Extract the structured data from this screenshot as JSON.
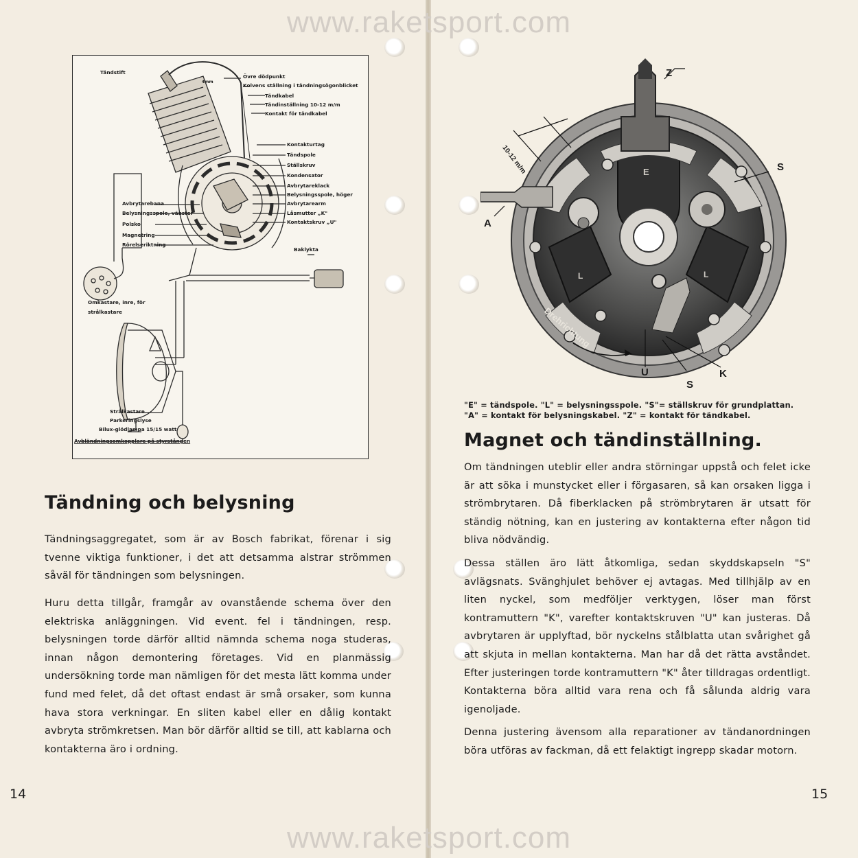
{
  "watermark": "www.raketsport.com",
  "left_page": {
    "diagram_labels": [
      "Tändstift",
      "Övre dödpunkt",
      "Kolvens ställning i tändningsögonblicket",
      "4mm",
      "Tändkabel",
      "Tändinställning 10-12 m/m",
      "Kontakt för tändkabel",
      "Kontakturtag",
      "Tändspole",
      "Ställskruv",
      "Kondensator",
      "Avbrytareklack",
      "Belysningsspole, höger",
      "Avbrytarearm",
      "Låsmutter „K\"",
      "Kontaktskruv „U\"",
      "Avbrytarebana",
      "Belysningsspole, vänster",
      "Polsko",
      "Magnetring",
      "Rörelseriktning",
      "Baklykta",
      "Omkastare, inre, för",
      "strålkastare",
      "Strålkastare",
      "Parkeringslyse",
      "Bilux-glödlampa 15/15 watt",
      "Avbländningsomkopplare på styrstången"
    ],
    "heading": "Tändning och belysning",
    "paragraphs": [
      "Tändningsaggregatet, som är av Bosch fabrikat, förenar i sig tvenne viktiga funktioner, i det att detsamma alstrar strömmen såväl för tändningen som belysningen.",
      "Huru detta tillgår, framgår av ovanstående schema över den elektriska anläggningen. Vid event. fel i tändningen, resp. belysningen torde därför alltid nämnda schema noga studeras, innan någon demontering företages. Vid en planmässig undersökning torde man nämligen för det mesta lätt komma under fund med felet, då det oftast endast är små orsaker, som kunna hava stora verkningar. En sliten kabel eller en dålig kontakt avbryta strömkretsen. Man bör därför alltid se till, att kablarna och kontakterna äro i ordning."
    ],
    "page_number": "14"
  },
  "right_page": {
    "figure_labels": {
      "z": "Z",
      "e": "E",
      "s1": "S",
      "a": "A",
      "l1": "L",
      "l2": "L",
      "k": "K",
      "u": "U",
      "s2": "S",
      "gap": "10-12 m/m",
      "rotation": "Drehrichtung"
    },
    "caption_lines": [
      "\"E\" = tändspole. \"L\" = belysningsspole. \"S\"= ställskruv för grundplattan.",
      "\"A\" = kontakt för belysningskabel. \"Z\" = kontakt för tändkabel."
    ],
    "heading": "Magnet och tändinställning.",
    "paragraphs": [
      "Om tändningen uteblir eller andra störningar uppstå och felet icke är att söka i munstycket eller i förgasaren, så kan orsaken ligga i strömbrytaren. Då fiberklacken på strömbrytaren är utsatt för ständig nötning, kan en justering av kontakterna efter någon tid bliva nödvändig.",
      "Dessa ställen äro lätt åtkomliga, sedan skyddskapseln \"S\" avlägsnats. Svänghjulet behöver ej avtagas. Med tillhjälp av en liten nyckel, som medföljer verktygen, löser man först kontramuttern \"K\", varefter kontaktskruven \"U\" kan justeras. Då avbrytaren är upplyftad, bör nyckelns stålblatta utan svårighet gå att skjuta in mellan kontakterna. Man har då det rätta avståndet. Efter justeringen torde kontramuttern \"K\" åter tilldragas ordentligt. Kontakterna böra alltid vara rena och få sålunda aldrig vara igenoljade.",
      "Denna justering ävensom alla reparationer av tändanordningen böra utföras av fackman, då ett felaktigt ingrepp skadar motorn."
    ],
    "page_number": "15"
  }
}
